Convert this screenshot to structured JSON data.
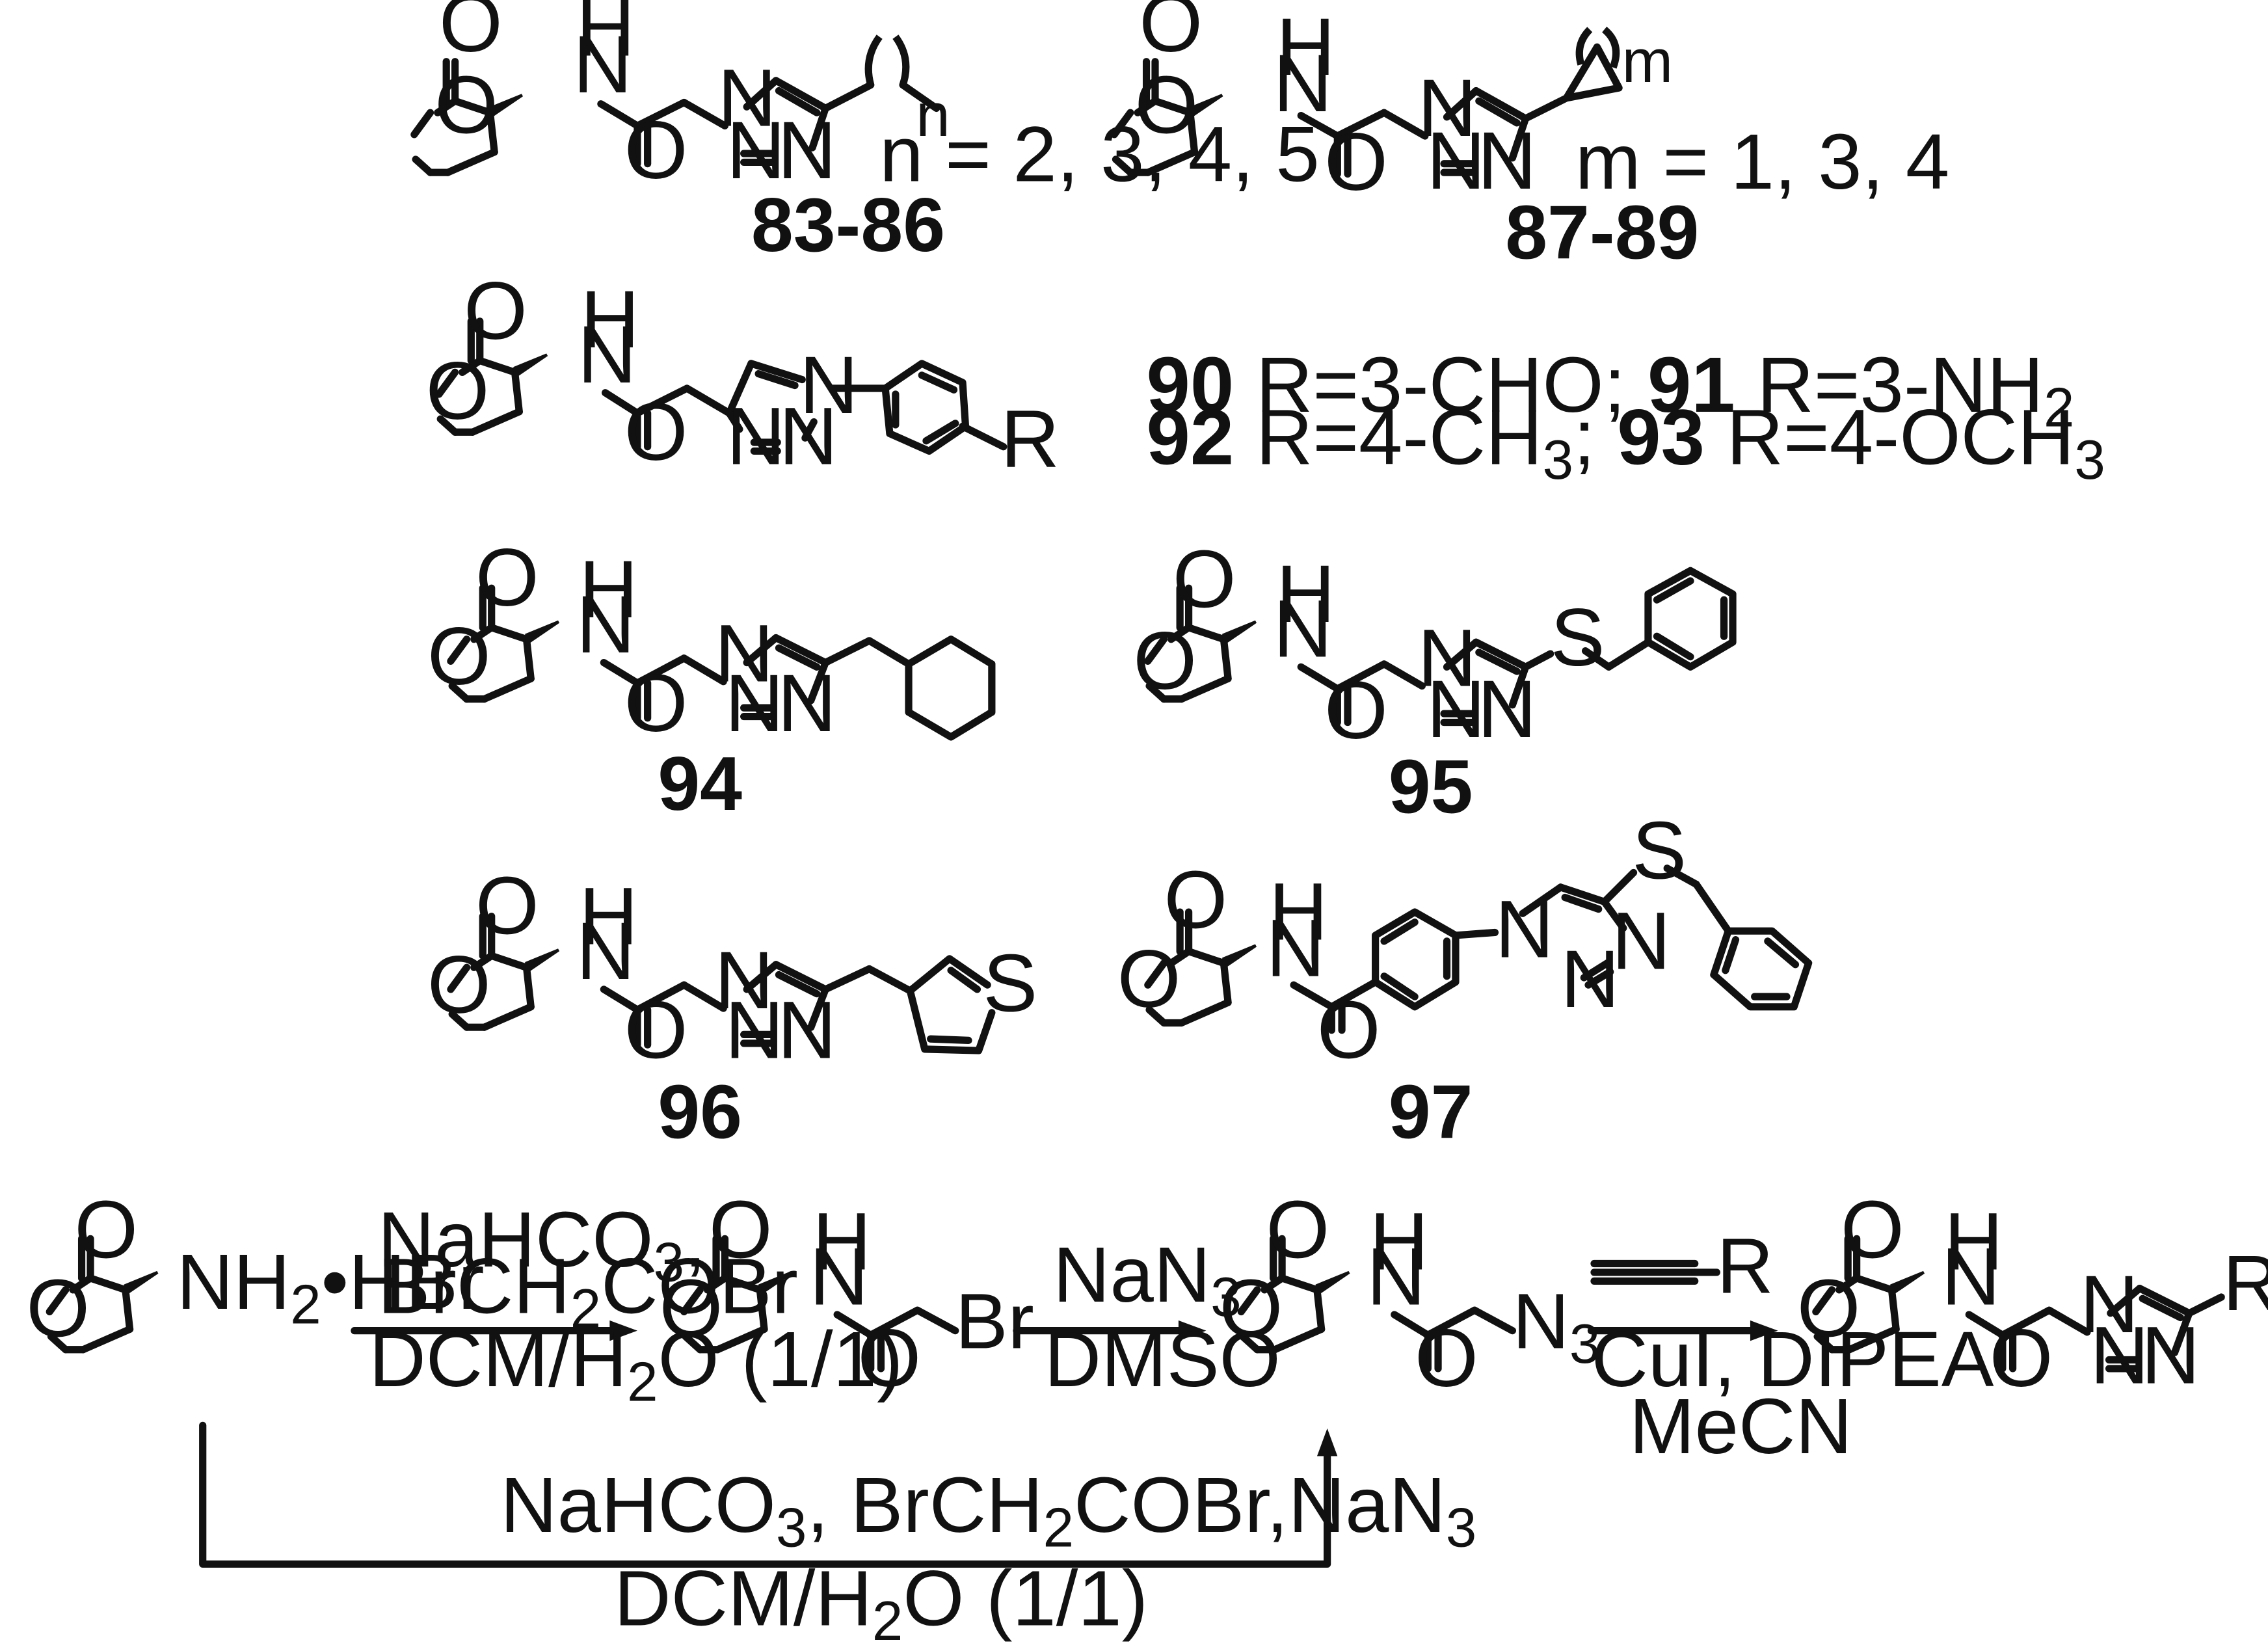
{
  "atoms": {
    "O": "O",
    "H": "H",
    "N": "N",
    "S": "S",
    "Br": "Br",
    "R": "R",
    "n": "n",
    "m": "m",
    "eq": "="
  },
  "compounds": [
    {
      "label": "83-86",
      "note": "n = 2, 3, 4, 5"
    },
    {
      "label": "87-89",
      "note": "m = 1, 3, 4"
    },
    {
      "label": "90",
      "text": " R=3-CHO; "
    },
    {
      "label": "91",
      "text": " R=3-NH",
      "sub": "2"
    },
    {
      "label": "92",
      "text": " R=4-CH",
      "sub": "3",
      "tail": "; "
    },
    {
      "label": "93",
      "text": " R=4-OCH",
      "sub": "3"
    },
    {
      "label": "94"
    },
    {
      "label": "95"
    },
    {
      "label": "96"
    },
    {
      "label": "97"
    }
  ],
  "scheme": {
    "start_salt": {
      "a": "NH",
      "sub": "2",
      "b": "•HBr"
    },
    "step1": {
      "l1a": "NaHCO",
      "l1sub": "3",
      "l1b": ",",
      "l2a": "BrCH",
      "l2sub": "2",
      "l2b": "COBr",
      "l3a": "DCM/H",
      "l3sub": "2",
      "l3b": "O (1/1)"
    },
    "step2": {
      "l1a": "NaN",
      "l1sub": "3",
      "l2": "DMSO"
    },
    "azide": {
      "a": "N",
      "sub": "3"
    },
    "step3": {
      "l1": "CuI, DIPEA",
      "l2": "MeCN"
    },
    "onepot": {
      "l1a": "NaHCO",
      "l1sub": "3",
      "l1b": ", BrCH",
      "l1sub2": "2",
      "l1c": "COBr,NaN",
      "l1sub3": "3",
      "l2a": "DCM/H",
      "l2sub": "2",
      "l2b": "O (1/1)"
    }
  }
}
